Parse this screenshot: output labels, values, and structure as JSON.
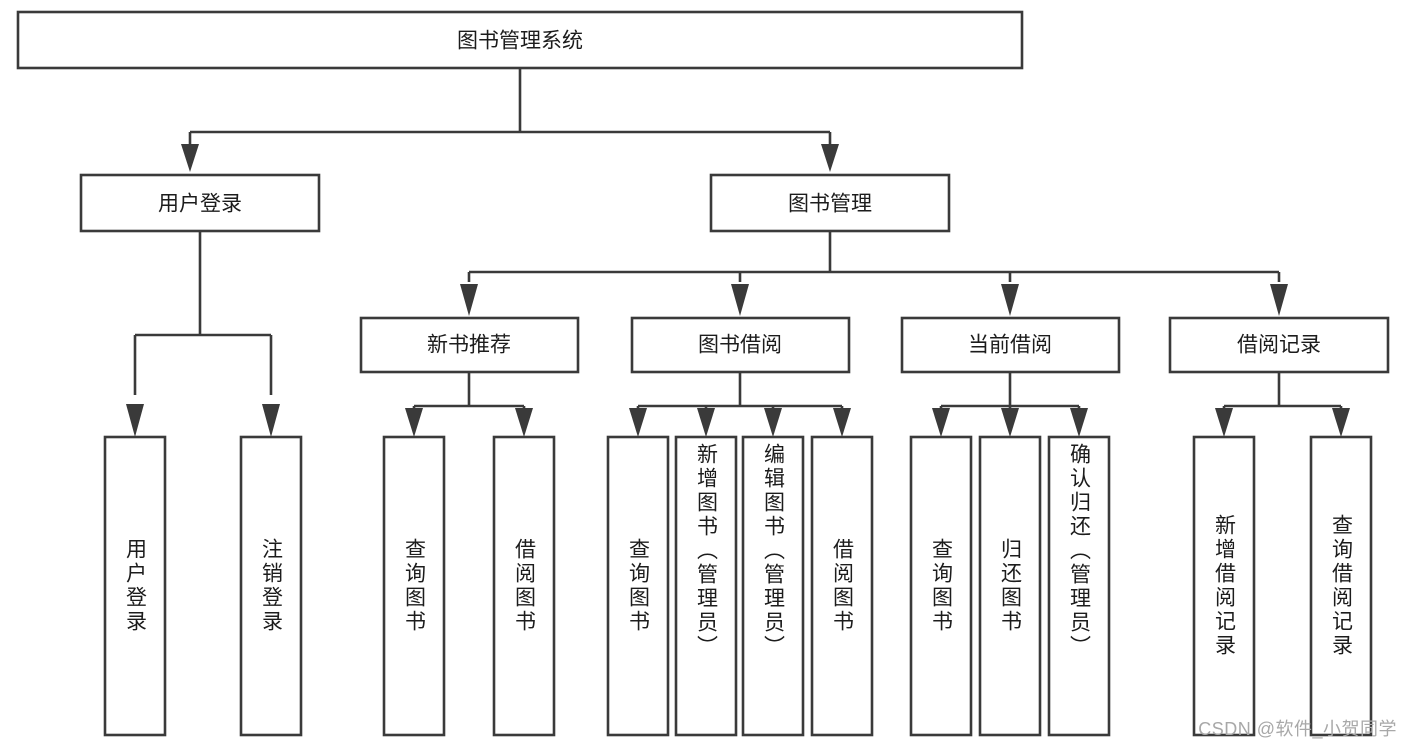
{
  "diagram": {
    "title": "图书管理系统",
    "type": "tree-hierarchy-chart",
    "root": {
      "label": "图书管理系统"
    },
    "level2": [
      {
        "label": "用户登录"
      },
      {
        "label": "图书管理"
      }
    ],
    "level3": [
      {
        "label": "新书推荐"
      },
      {
        "label": "图书借阅"
      },
      {
        "label": "当前借阅"
      },
      {
        "label": "借阅记录"
      }
    ],
    "leaves": [
      {
        "label": "用户登录"
      },
      {
        "label": "注销登录"
      },
      {
        "label": "查询图书"
      },
      {
        "label": "借阅图书"
      },
      {
        "label": "查询图书"
      },
      {
        "label": "新增图书（管理员）"
      },
      {
        "label": "编辑图书（管理员）"
      },
      {
        "label": "借阅图书"
      },
      {
        "label": "查询图书"
      },
      {
        "label": "归还图书"
      },
      {
        "label": "确认归还（管理员）"
      },
      {
        "label": "新增借阅记录"
      },
      {
        "label": "查询借阅记录"
      }
    ]
  },
  "watermark": {
    "text": "CSDN @软件_小贺同学"
  },
  "colors": {
    "box_stroke": "#3a3a3a",
    "box_fill": "#ffffff",
    "text": "#1c1c1c",
    "watermark": "#a8a8a8",
    "background": "#ffffff"
  }
}
